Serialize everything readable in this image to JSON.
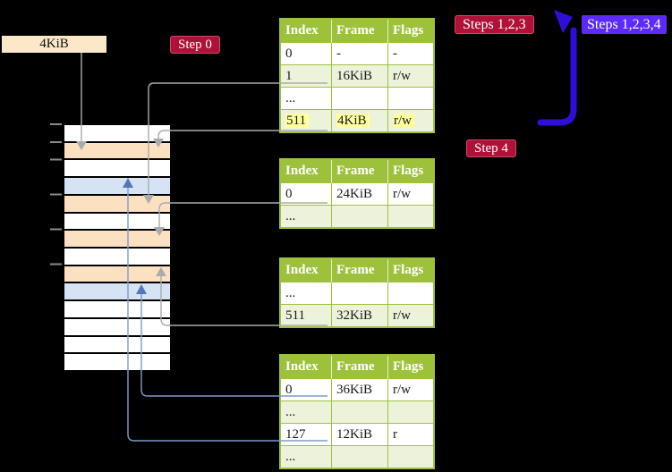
{
  "labels": {
    "size_tag": "4KiB",
    "step0": "Step 0",
    "step4": "Step 4",
    "steps_red": "Steps 1,2,3",
    "steps_blue": "Steps 1,2,3,4"
  },
  "tables": [
    {
      "headers": [
        "Index",
        "Frame",
        "Flags"
      ],
      "rows": [
        [
          "0",
          "-",
          "-"
        ],
        [
          "1",
          "16KiB",
          "r/w"
        ],
        [
          "...",
          "",
          ""
        ],
        [
          "511",
          "4KiB",
          "r/w"
        ]
      ],
      "highlighted_row_index": 3
    },
    {
      "headers": [
        "Index",
        "Frame",
        "Flags"
      ],
      "rows": [
        [
          "0",
          "24KiB",
          "r/w"
        ],
        [
          "...",
          "",
          ""
        ]
      ]
    },
    {
      "headers": [
        "Index",
        "Frame",
        "Flags"
      ],
      "rows": [
        [
          "...",
          "",
          ""
        ],
        [
          "511",
          "32KiB",
          "r/w"
        ]
      ]
    },
    {
      "headers": [
        "Index",
        "Frame",
        "Flags"
      ],
      "rows": [
        [
          "0",
          "36KiB",
          "r/w"
        ],
        [
          "...",
          "",
          ""
        ],
        [
          "127",
          "12KiB",
          "r"
        ],
        [
          "...",
          "",
          ""
        ]
      ]
    }
  ],
  "memory_column": {
    "row_count": 14,
    "row_fills": [
      "white",
      "orange",
      "white",
      "blue",
      "orange",
      "white",
      "orange",
      "white",
      "orange",
      "blue",
      "white",
      "white",
      "white",
      "white"
    ],
    "tick_count": 6
  },
  "connections": [
    {
      "from": "size-tag-4KiB",
      "to": "memory-row-2",
      "color": "gray"
    },
    {
      "from": "table1-row-1-16KiB",
      "to": "memory-row-5",
      "color": "gray"
    },
    {
      "from": "table1-row-511-4KiB",
      "to": "memory-row-2",
      "color": "gray"
    },
    {
      "from": "table2-row-0-24KiB",
      "to": "memory-row-7",
      "color": "gray"
    },
    {
      "from": "table3-row-511-32KiB",
      "to": "memory-row-9",
      "color": "gray"
    },
    {
      "from": "table4-row-0-36KiB",
      "to": "memory-row-10",
      "color": "blue"
    },
    {
      "from": "table4-row-127-12KiB",
      "to": "memory-row-4",
      "color": "blue"
    },
    {
      "from": "table1-row-511",
      "to": "table1-top",
      "color": "bold-blue-loop"
    }
  ],
  "colors": {
    "table_header_green": "#9EC13C",
    "table_row_green": "#EDF3DB",
    "highlight_yellow": "#FFFF9E",
    "memory_orange": "#FCE0C2",
    "memory_blue": "#D5E3F5",
    "label_red": "#B01138",
    "label_blue": "#5C2BFA",
    "loop_arrow_blue": "#2F0EDC",
    "connector_gray": "#ABABAB",
    "connector_blue": "#7E9CC9",
    "size_tag_bg": "#FAE8C8"
  }
}
